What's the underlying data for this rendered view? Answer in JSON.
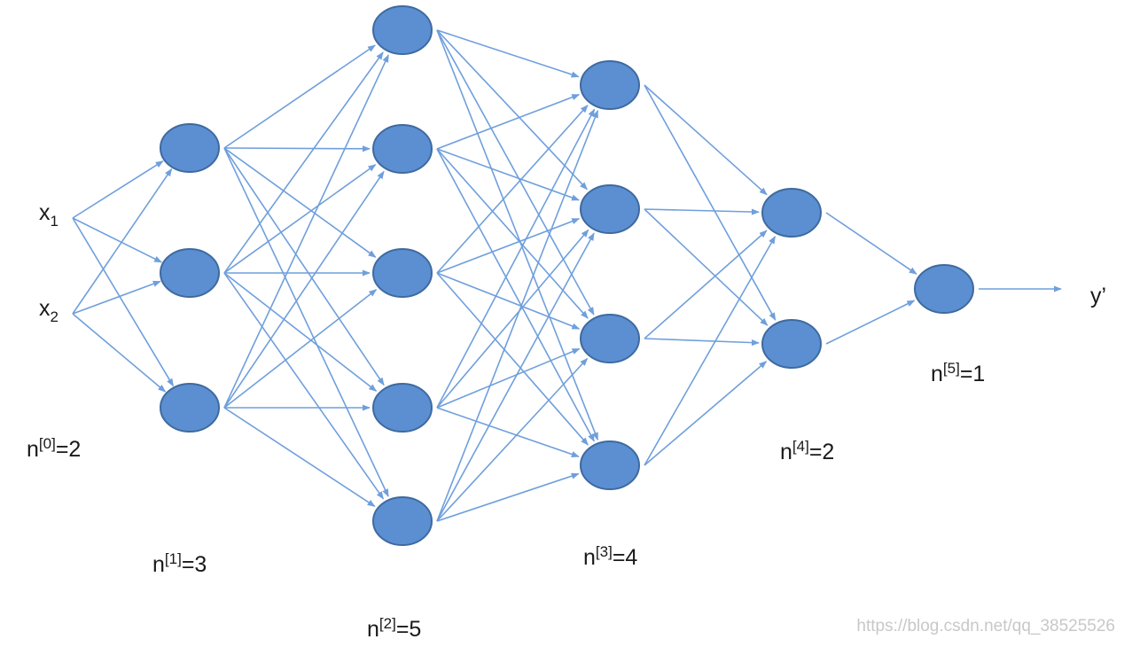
{
  "colors": {
    "node_fill": "#5b8fd1",
    "node_stroke": "#3e6aa0",
    "edge": "#6f9fdc"
  },
  "inputs": [
    {
      "base": "x",
      "sub": "1"
    },
    {
      "base": "x",
      "sub": "2"
    }
  ],
  "output_label": "y’",
  "layer_labels": [
    {
      "base": "n",
      "sup": "[0]",
      "tail": "=2"
    },
    {
      "base": "n",
      "sup": "[1]",
      "tail": "=3"
    },
    {
      "base": "n",
      "sup": "[2]",
      "tail": "=5"
    },
    {
      "base": "n",
      "sup": "[3]",
      "tail": "=4"
    },
    {
      "base": "n",
      "sup": "[4]",
      "tail": "=2"
    },
    {
      "base": "n",
      "sup": "[5]",
      "tail": "=1"
    }
  ],
  "layers": [
    3,
    5,
    4,
    2,
    1
  ],
  "watermark": "https://blog.csdn.net/qq_38525526"
}
